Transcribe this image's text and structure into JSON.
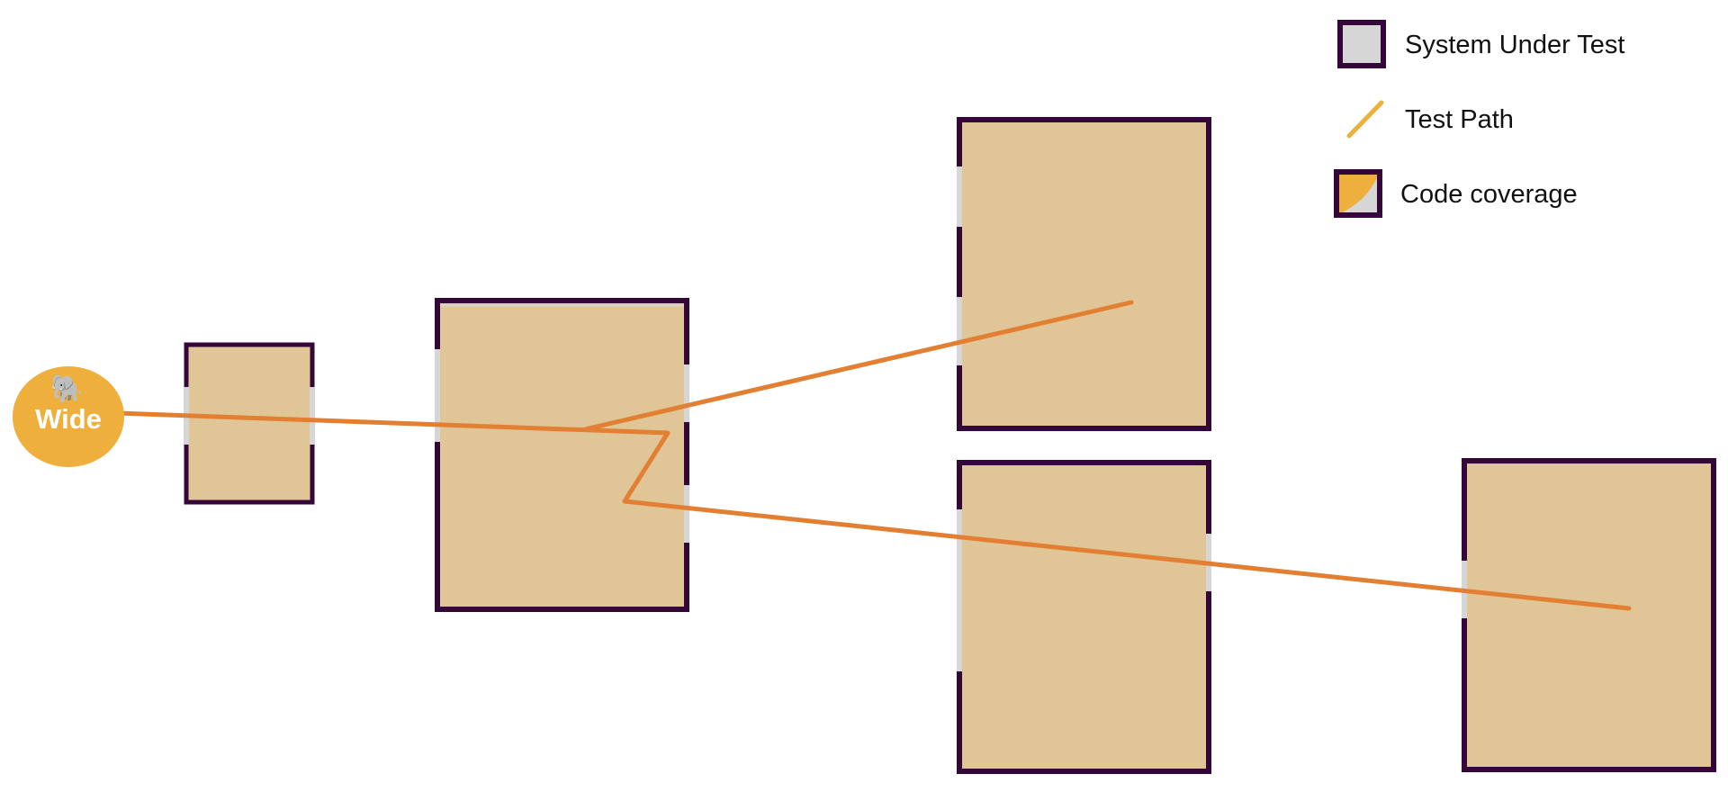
{
  "legend": {
    "system_under_test": "System Under Test",
    "test_path": "Test Path",
    "code_coverage": "Code coverage"
  },
  "badge": {
    "emoji": "🐘",
    "label": "Wide"
  },
  "colors": {
    "box_border": "#34063a",
    "box_fill": "#e0c596",
    "box_inner_gray": "#d6d6d6",
    "test_path": "#e27f32",
    "legend_path": "#ecb03c",
    "badge": "#efaf3c",
    "legend_coverage": "#efaf3c"
  }
}
